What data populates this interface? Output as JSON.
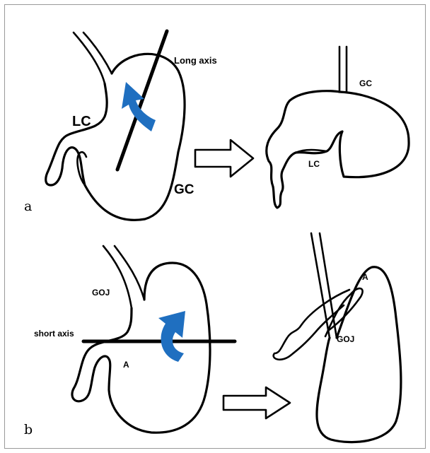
{
  "panel_a": {
    "letter": "a",
    "left_labels": {
      "long_axis": "Long axis",
      "lc": "LC",
      "gc": "GC"
    },
    "right_labels": {
      "gc": "GC",
      "lc": "LC"
    }
  },
  "panel_b": {
    "letter": "b",
    "left_labels": {
      "goj": "GOJ",
      "short_axis": "short axis",
      "a": "A"
    },
    "right_labels": {
      "a": "A",
      "goj": "GOJ"
    }
  },
  "colors": {
    "rotation_arrow": "#1f6fc0",
    "outline": "#000000"
  }
}
